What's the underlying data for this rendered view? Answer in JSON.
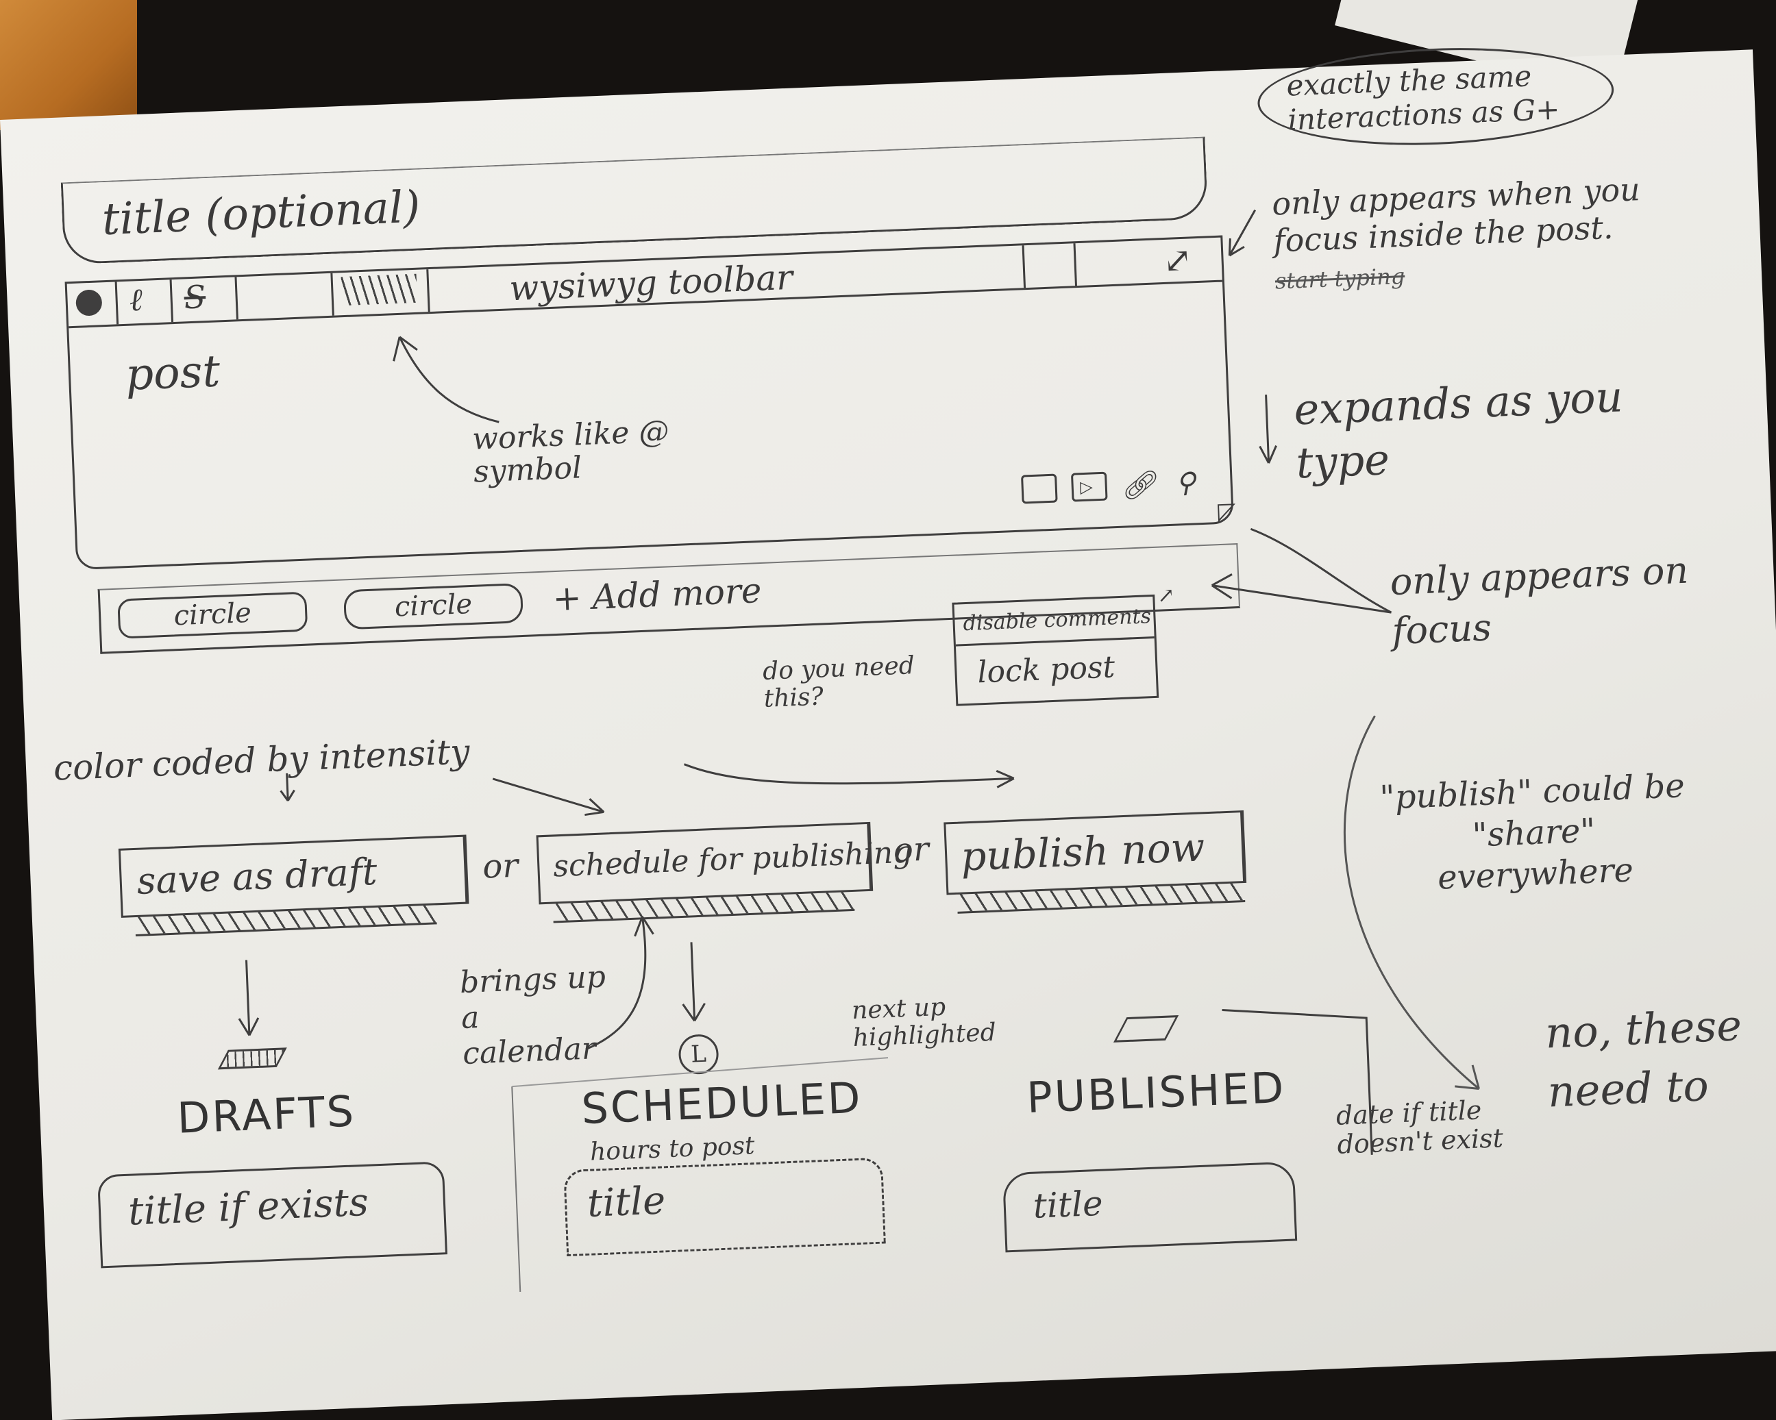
{
  "title_field": {
    "placeholder": "title (optional)"
  },
  "toolbar": {
    "label": "wysiwyg toolbar",
    "icons": [
      "bold-icon",
      "italic-icon",
      "strikethrough-icon",
      "mention-icon",
      "expand-icon"
    ]
  },
  "post_area": {
    "placeholder": "post",
    "attach_icons": [
      "camera-icon",
      "video-icon",
      "link-icon",
      "location-icon"
    ]
  },
  "circles": {
    "items": [
      "circle",
      "circle"
    ],
    "add_more": "+ Add more"
  },
  "options_menu": {
    "items": [
      "disable comments",
      "lock post"
    ]
  },
  "buttons": {
    "draft": "save as draft",
    "or1": "or",
    "schedule": "schedule for publishing",
    "or2": "or",
    "publish": "publish now"
  },
  "sections": {
    "drafts": {
      "heading": "DRAFTS",
      "card": "title if exists"
    },
    "scheduled": {
      "heading": "SCHEDULED",
      "sub": "hours to post",
      "card": "title"
    },
    "published": {
      "heading": "PUBLISHED",
      "card": "title"
    }
  },
  "annotations": {
    "same_interactions": "exactly the same interactions as G+",
    "toolbar_appears": "only appears when you focus inside the post.",
    "toolbar_appears_struck": "start typing",
    "mention": "works like @ symbol",
    "expands": "expands as you type",
    "on_focus": "only appears on focus",
    "do_you_need": "do you need this?",
    "color_coded": "color coded by intensity",
    "publish_share": "\"publish\" could be \"share\" everywhere",
    "brings_calendar": "brings up a calendar",
    "next_up": "next up highlighted",
    "date_if": "date if title doesn't exist",
    "no_these": "no, these need to"
  },
  "colors": {
    "ink": "#3b3a3a",
    "paper": "#eeede9",
    "background": "#151210",
    "wood": "#c27a2c"
  }
}
